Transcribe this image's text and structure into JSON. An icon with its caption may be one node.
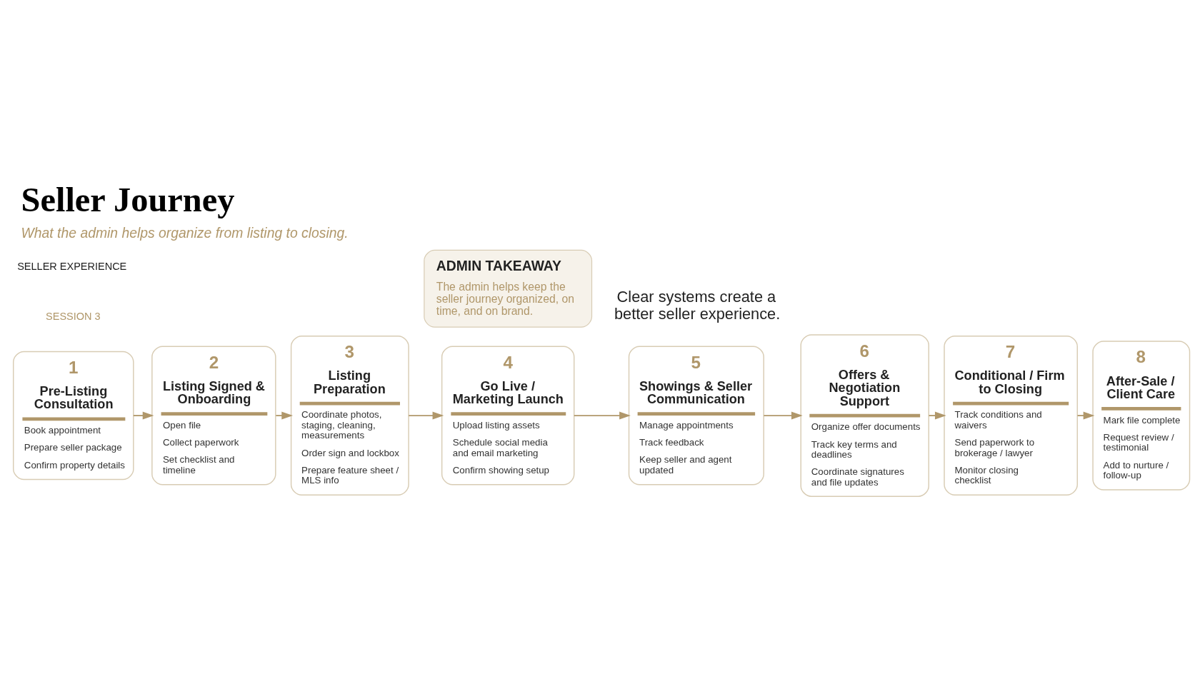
{
  "diagram": {
    "title": "Seller Journey",
    "caption": "What the admin helps organize from listing to closing.",
    "nodes": [
      {
        "text": [
          "1",
          "Pre-Listing Consultation",
          "Book appointment",
          "Prepare seller package",
          "Confirm property details"
        ]
      },
      {
        "text": [
          "2",
          "Listing Signed & Onboarding",
          "Open file",
          "Collect paperwork",
          "Set checklist and timeline"
        ]
      },
      {
        "text": [
          "3",
          "Listing Preparation",
          "Coordinate photos, staging, cleaning, measurements",
          "Order sign and lockbox",
          "Prepare feature sheet / MLS info"
        ]
      },
      {
        "text": [
          "4",
          "Go Live / Marketing Launch",
          "Upload listing assets",
          "Schedule social media and email marketing",
          "Confirm showing setup"
        ]
      },
      {
        "text": [
          "5",
          "Showings & Seller Communication",
          "Manage appointments",
          "Track feedback",
          "Keep seller and agent updated"
        ]
      },
      {
        "text": [
          "6",
          "Offers & Negotiation Support",
          "Organize offer documents",
          "Track key terms and deadlines",
          "Coordinate signatures and file updates"
        ]
      },
      {
        "text": [
          "7",
          "Conditional / Firm to Closing",
          "Track conditions and waivers",
          "Send paperwork to brokerage / lawyer",
          "Monitor closing checklist"
        ]
      },
      {
        "text": [
          "8",
          "After-Sale / Client Care",
          "Mark file complete",
          "Request review / testimonial",
          "Add to nurture / follow-up"
        ]
      },
      {
        "text": [
          "ADMIN TAKEAWAY",
          "The admin helps keep the seller journey organized, on time, and on brand."
        ]
      }
    ],
    "edges": [
      {
        "from": 0,
        "to": 1,
        "arrow": "to"
      },
      {
        "from": 1,
        "to": 2,
        "arrow": "to"
      },
      {
        "from": 2,
        "to": 3,
        "arrow": "to"
      },
      {
        "from": 3,
        "to": 4,
        "arrow": "to"
      },
      {
        "from": 4,
        "to": 5,
        "arrow": "to"
      },
      {
        "from": 5,
        "to": 6,
        "arrow": "to"
      },
      {
        "from": 6,
        "to": 7,
        "arrow": "to"
      }
    ],
    "labels": [
      "SESSION 3",
      "SELLER EXPERIENCE",
      "Clear systems create a better seller experience."
    ]
  }
}
